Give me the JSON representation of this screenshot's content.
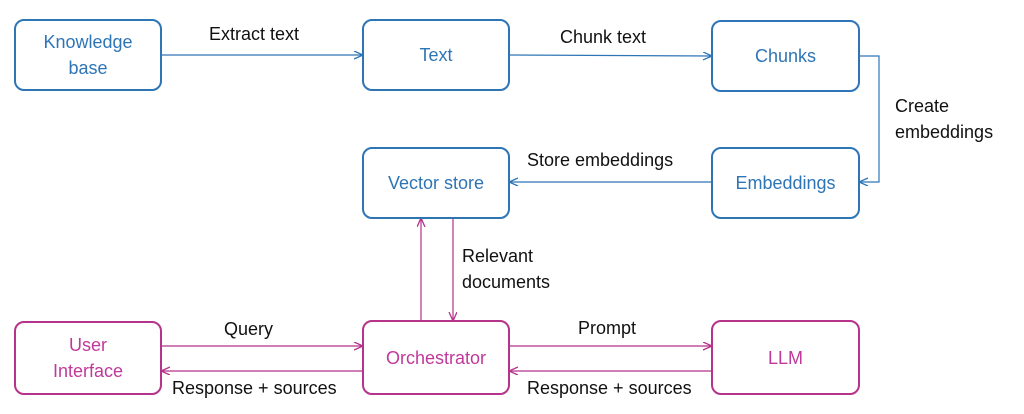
{
  "colors": {
    "blue": "#2E75B6",
    "pink": "#B5338A",
    "text": "#111111"
  },
  "nodes": {
    "knowledge_base": "Knowledge\nbase",
    "text": "Text",
    "chunks": "Chunks",
    "embeddings": "Embeddings",
    "vector_store": "Vector store",
    "user_interface": "User\nInterface",
    "orchestrator": "Orchestrator",
    "llm": "LLM"
  },
  "edges": {
    "extract_text": "Extract text",
    "chunk_text": "Chunk text",
    "create_embeddings": "Create\nembeddings",
    "store_embeddings": "Store embeddings",
    "relevant_documents": "Relevant\ndocuments",
    "query": "Query",
    "response_sources_ui": "Response + sources",
    "prompt": "Prompt",
    "response_sources_llm": "Response + sources"
  }
}
